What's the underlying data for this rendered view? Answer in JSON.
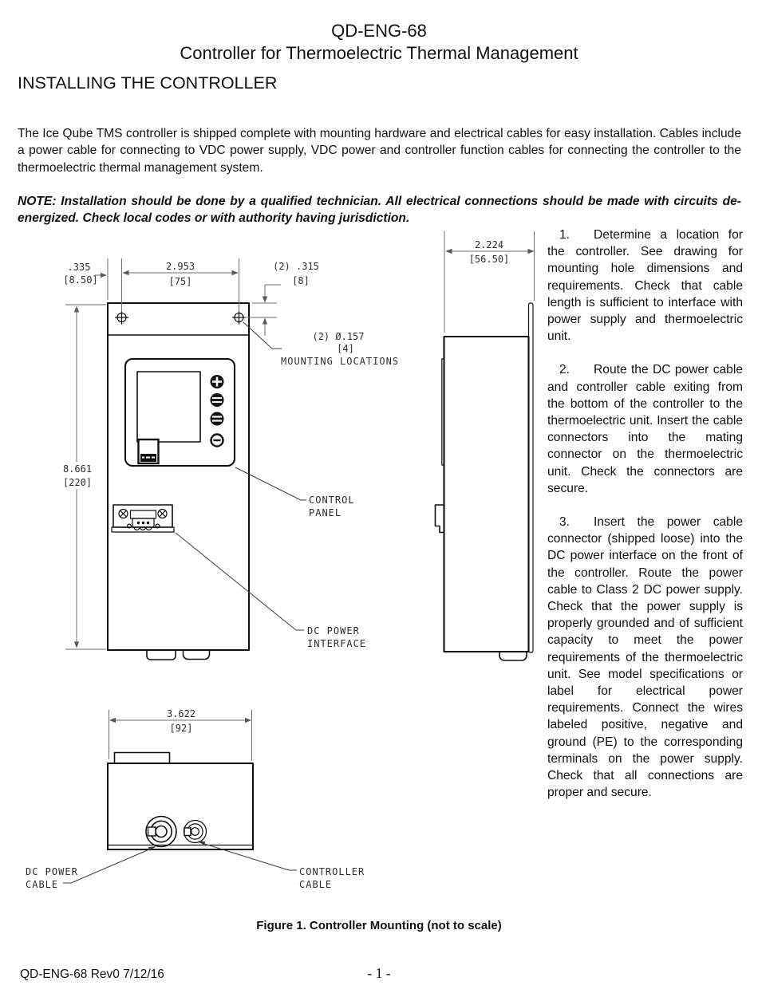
{
  "page": {
    "title_line1": "QD-ENG-68",
    "title_line2": "Controller for Thermoelectric Thermal Management",
    "section_heading": "INSTALLING THE CONTROLLER",
    "intro": "The Ice Qube TMS controller is shipped complete with mounting hardware and electrical cables for easy installation. Cables include a power cable for connecting to VDC power supply, VDC power and controller function cables for connecting the controller to the thermoelectric thermal management system.",
    "note": "NOTE:  Installation should be done by a qualified technician.  All electrical connections should be made with circuits de-energized.  Check local codes or with authority having jurisdiction.",
    "figure_caption": "Figure 1. Controller Mounting (not to scale)",
    "footer_left": "QD-ENG-68 Rev0 7/12/16",
    "footer_page": "- 1 -"
  },
  "steps": [
    {
      "num": "1.",
      "text": "Determine a location for the controller.  See drawing for mounting hole dimensions and requirements.  Check that cable length is sufficient to interface with power supply and thermoelectric unit."
    },
    {
      "num": "2.",
      "text": "Route the DC power cable and controller cable exiting from the bottom of the controller to the thermoelectric unit.  Insert the cable connectors into the mating connector on the thermoelectric unit.  Check the connectors are secure."
    },
    {
      "num": "3.",
      "text": "Insert the power cable connector (shipped loose) into the DC power interface on the front of the controller.  Route the power cable to Class 2 DC power supply.  Check that the power supply is properly grounded and of sufficient capacity to meet the power requirements of the thermoelectric unit.  See model specifications or label for electrical power requirements.  Connect the wires labeled positive, negative and ground (PE) to the corresponding terminals on the power supply.  Check that all connections are proper and secure."
    }
  ],
  "drawing": {
    "hole_offset_in": ".335",
    "hole_offset_mm": "[8.50]",
    "hole_spacing_in": "2.953",
    "hole_spacing_mm": "[75]",
    "hole_vert_in": "(2) .315",
    "hole_vert_mm": "[8]",
    "mount_dia_in": "(2) Ø.157",
    "mount_dia_mm": "[4]",
    "mount_label": "MOUNTING LOCATIONS",
    "height_in": "8.661",
    "height_mm": "[220]",
    "depth_in": "2.224",
    "depth_mm": "[56.50]",
    "width_in": "3.622",
    "width_mm": "[92]",
    "control_panel_l1": "CONTROL",
    "control_panel_l2": "PANEL",
    "dc_interface_l1": "DC POWER",
    "dc_interface_l2": "INTERFACE",
    "dc_cable_l1": "DC POWER",
    "dc_cable_l2": "CABLE",
    "controller_cable_l1": "CONTROLLER",
    "controller_cable_l2": "CABLE"
  }
}
